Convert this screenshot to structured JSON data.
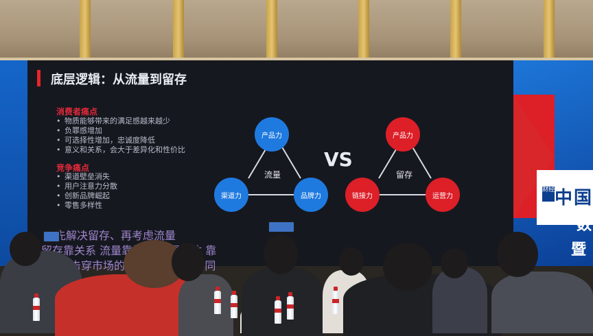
{
  "slide": {
    "title": "底层逻辑：从流量到留存",
    "section1": {
      "heading": "消费者痛点",
      "items": [
        "物质能够带来的满足感越来越少",
        "负罪感增加",
        "可选择性增加，忠诚度降低",
        "意义和关系，会大于差异化和性价比"
      ]
    },
    "section2": {
      "heading": "竞争痛点",
      "items": [
        "渠道壁垒消失",
        "用户注意力分散",
        "创新品牌崛起",
        "零售多样性"
      ]
    },
    "diagram_left": {
      "center": "流量",
      "nodes": [
        "产品力",
        "渠道力",
        "品牌力"
      ],
      "color": "#1f7ae0"
    },
    "vs": "VS",
    "diagram_right": {
      "center": "留存",
      "nodes": [
        "产品力",
        "链接力",
        "运营力"
      ],
      "color": "#dd1f28"
    },
    "captions": [
      "先解决留存、再考虑流量",
      "留存靠关系    流量靠推荐    值得媒体    靠",
      "流量击穿市场的时代    是    关系    是    同"
    ]
  },
  "banner": {
    "logo": "财经",
    "line1": "中国",
    "line2": "数",
    "line3": "暨"
  }
}
